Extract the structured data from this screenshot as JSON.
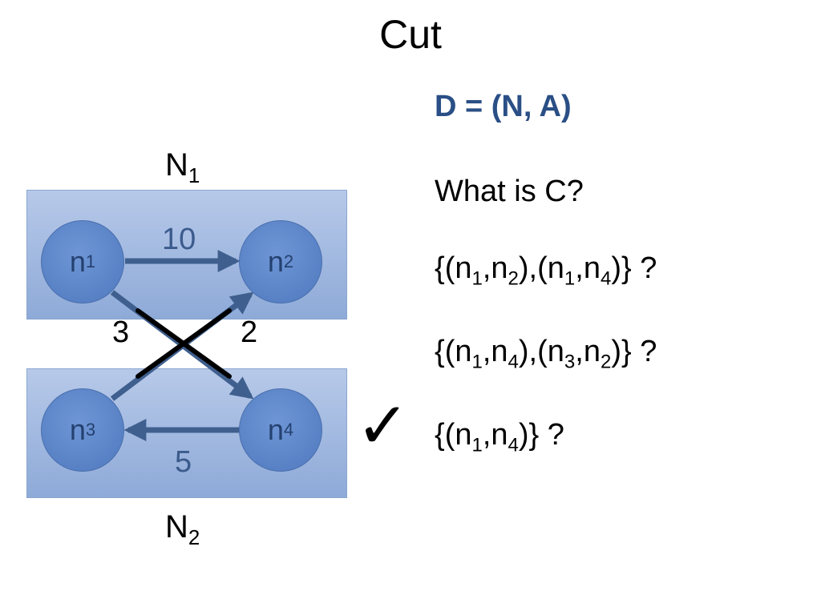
{
  "slide": {
    "title": "Cut"
  },
  "diagram": {
    "groups": [
      {
        "label": "N",
        "sub": "1"
      },
      {
        "label": "N",
        "sub": "2"
      }
    ],
    "nodes": [
      {
        "label": "n",
        "sub": "1"
      },
      {
        "label": "n",
        "sub": "2"
      },
      {
        "label": "n",
        "sub": "3"
      },
      {
        "label": "n",
        "sub": "4"
      }
    ],
    "weights": {
      "n1_n2": "10",
      "n1_n4": "3",
      "n3_n2": "2",
      "n4_n3": "5"
    },
    "colors": {
      "arrow": "#3f5f8e",
      "cut_mark": "#000000",
      "group_fill": "#a6bde3",
      "node_fill": "#5a84c8"
    }
  },
  "panel": {
    "heading": "D = (N, A)",
    "question": "What is C?",
    "options": [
      {
        "tokens": [
          "{(n",
          "1",
          ",n",
          "2",
          "),(n",
          "1",
          ",n",
          "4",
          ")} ?"
        ]
      },
      {
        "tokens": [
          "{(n",
          "1",
          ",n",
          "4",
          "),(n",
          "3",
          ",n",
          "2",
          ")} ?"
        ]
      },
      {
        "tokens": [
          "{(n",
          "1",
          ",n",
          "4",
          ")} ?"
        ]
      }
    ],
    "check_mark": "✓"
  }
}
